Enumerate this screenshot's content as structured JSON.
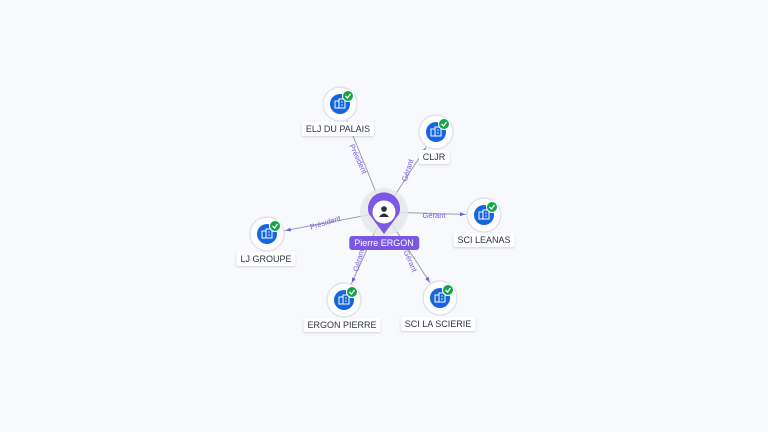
{
  "center": {
    "name": "Pierre ERGON",
    "icon": "person-icon",
    "color": "#7b57e4"
  },
  "companies": [
    {
      "id": "elj",
      "name": "ELJ DU PALAIS",
      "role": "Président",
      "icon": "company-building-icon",
      "verified": true
    },
    {
      "id": "cljr",
      "name": "CLJR",
      "role": "Gérant",
      "icon": "company-building-icon",
      "verified": true
    },
    {
      "id": "scileanas",
      "name": "SCI LEANAS",
      "role": "Gérant",
      "icon": "company-building-icon",
      "verified": true
    },
    {
      "id": "scilascierie",
      "name": "SCI LA SCIERIE",
      "role": "Gérant",
      "icon": "company-building-icon",
      "verified": true
    },
    {
      "id": "ergonpierre",
      "name": "ERGON PIERRE",
      "role": "Gérant",
      "icon": "company-building-icon",
      "verified": true
    },
    {
      "id": "ljgroupe",
      "name": "LJ GROUPE",
      "role": "Président",
      "icon": "company-building-icon",
      "verified": true
    }
  ],
  "colors": {
    "company": "#1565e0",
    "check": "#17a34a",
    "edge": "#9aa0ab",
    "role_text": "#7b57e4"
  }
}
